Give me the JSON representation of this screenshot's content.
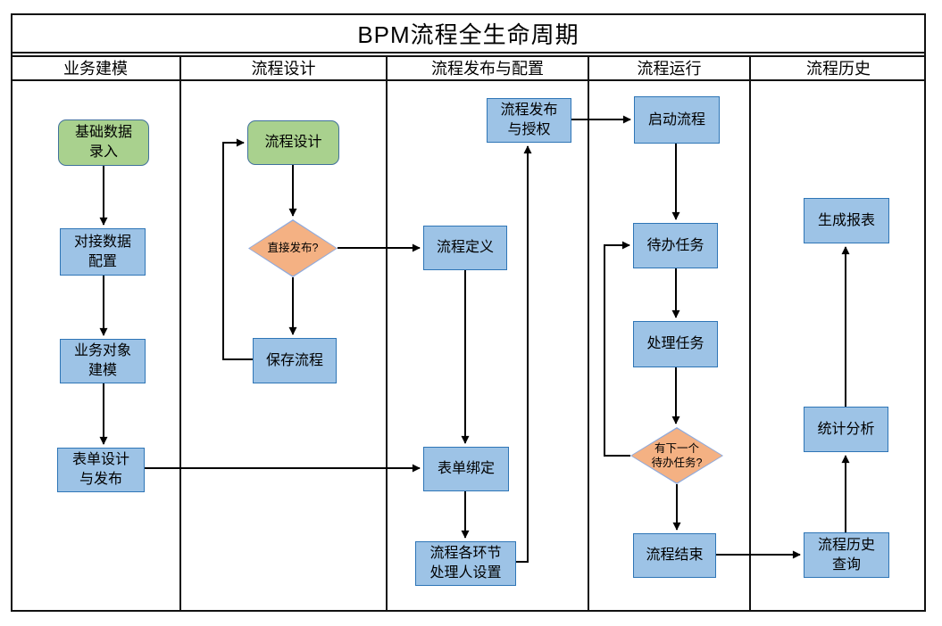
{
  "title": "BPM流程全生命周期",
  "lanes": [
    {
      "label": "业务建模"
    },
    {
      "label": "流程设计"
    },
    {
      "label": "流程发布与配置"
    },
    {
      "label": "流程运行"
    },
    {
      "label": "流程历史"
    }
  ],
  "nodes": {
    "base_data_entry": {
      "label": "基础数据\n录入",
      "shape": "rounded",
      "color": "green"
    },
    "data_connect_config": {
      "label": "对接数据\n配置",
      "shape": "rect",
      "color": "blue"
    },
    "business_object_modeling": {
      "label": "业务对象\n建模",
      "shape": "rect",
      "color": "blue"
    },
    "form_design_publish": {
      "label": "表单设计\n与发布",
      "shape": "rect",
      "color": "blue"
    },
    "process_design": {
      "label": "流程设计",
      "shape": "rounded",
      "color": "green"
    },
    "direct_publish_decision": {
      "label": "直接发布?",
      "shape": "diamond",
      "color": "orange"
    },
    "save_process": {
      "label": "保存流程",
      "shape": "rect",
      "color": "blue"
    },
    "process_publish_auth": {
      "label": "流程发布\n与授权",
      "shape": "rect",
      "color": "blue"
    },
    "process_definition": {
      "label": "流程定义",
      "shape": "rect",
      "color": "blue"
    },
    "form_binding": {
      "label": "表单绑定",
      "shape": "rect",
      "color": "blue"
    },
    "node_handler_setting": {
      "label": "流程各环节\n处理人设置",
      "shape": "rect",
      "color": "blue"
    },
    "start_process": {
      "label": "启动流程",
      "shape": "rect",
      "color": "blue"
    },
    "todo_task": {
      "label": "待办任务",
      "shape": "rect",
      "color": "blue"
    },
    "handle_task": {
      "label": "处理任务",
      "shape": "rect",
      "color": "blue"
    },
    "next_todo_decision": {
      "label": "有下一个\n待办任务?",
      "shape": "diamond",
      "color": "orange"
    },
    "process_end": {
      "label": "流程结束",
      "shape": "rect",
      "color": "blue"
    },
    "report_generation": {
      "label": "生成报表",
      "shape": "rect",
      "color": "blue"
    },
    "statistics_analysis": {
      "label": "统计分析",
      "shape": "rect",
      "color": "blue"
    },
    "process_history_query": {
      "label": "流程历史\n查询",
      "shape": "rect",
      "color": "blue"
    }
  },
  "edges": [
    {
      "from": "base_data_entry",
      "to": "data_connect_config"
    },
    {
      "from": "data_connect_config",
      "to": "business_object_modeling"
    },
    {
      "from": "business_object_modeling",
      "to": "form_design_publish"
    },
    {
      "from": "form_design_publish",
      "to": "form_binding"
    },
    {
      "from": "process_design",
      "to": "direct_publish_decision"
    },
    {
      "from": "direct_publish_decision",
      "to": "save_process"
    },
    {
      "from": "save_process",
      "to": "process_design"
    },
    {
      "from": "direct_publish_decision",
      "to": "process_definition"
    },
    {
      "from": "process_definition",
      "to": "form_binding"
    },
    {
      "from": "form_binding",
      "to": "node_handler_setting"
    },
    {
      "from": "node_handler_setting",
      "to": "process_publish_auth"
    },
    {
      "from": "process_publish_auth",
      "to": "start_process"
    },
    {
      "from": "start_process",
      "to": "todo_task"
    },
    {
      "from": "todo_task",
      "to": "handle_task"
    },
    {
      "from": "handle_task",
      "to": "next_todo_decision"
    },
    {
      "from": "next_todo_decision",
      "to": "process_end"
    },
    {
      "from": "next_todo_decision",
      "to": "todo_task"
    },
    {
      "from": "process_end",
      "to": "process_history_query"
    },
    {
      "from": "process_history_query",
      "to": "statistics_analysis"
    },
    {
      "from": "statistics_analysis",
      "to": "report_generation"
    }
  ],
  "colors": {
    "node_blue_fill": "#9dc3e6",
    "node_blue_border": "#2e75b6",
    "node_green_fill": "#a9d18e",
    "node_green_border": "#41719c",
    "diamond_fill": "#f4b183",
    "diamond_border": "#8faadc",
    "line": "#000000"
  }
}
